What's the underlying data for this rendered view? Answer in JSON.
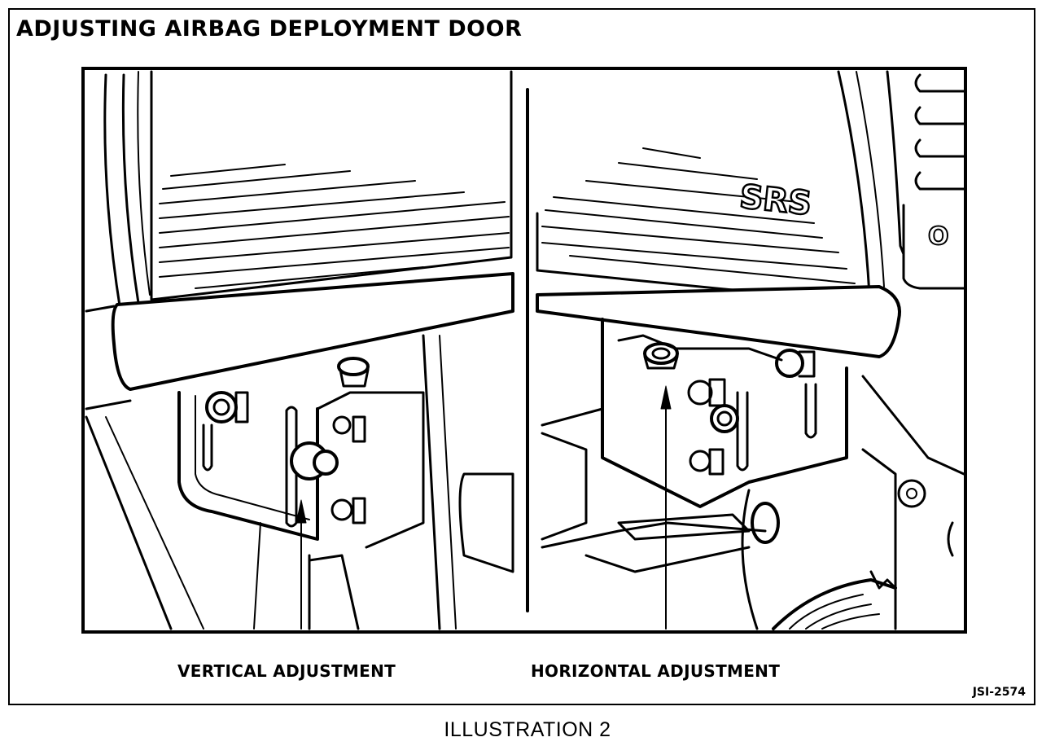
{
  "header": {
    "title": "ADJUSTING AIRBAG DEPLOYMENT DOOR"
  },
  "callouts": {
    "vertical": "VERTICAL ADJUSTMENT",
    "horizontal": "HORIZONTAL ADJUSTMENT"
  },
  "labels": {
    "srs": "SRS",
    "partial": "O"
  },
  "figure_code": "JSI-2574",
  "caption": "ILLUSTRATION 2",
  "colors": {
    "ink": "#000000",
    "paper": "#ffffff"
  }
}
